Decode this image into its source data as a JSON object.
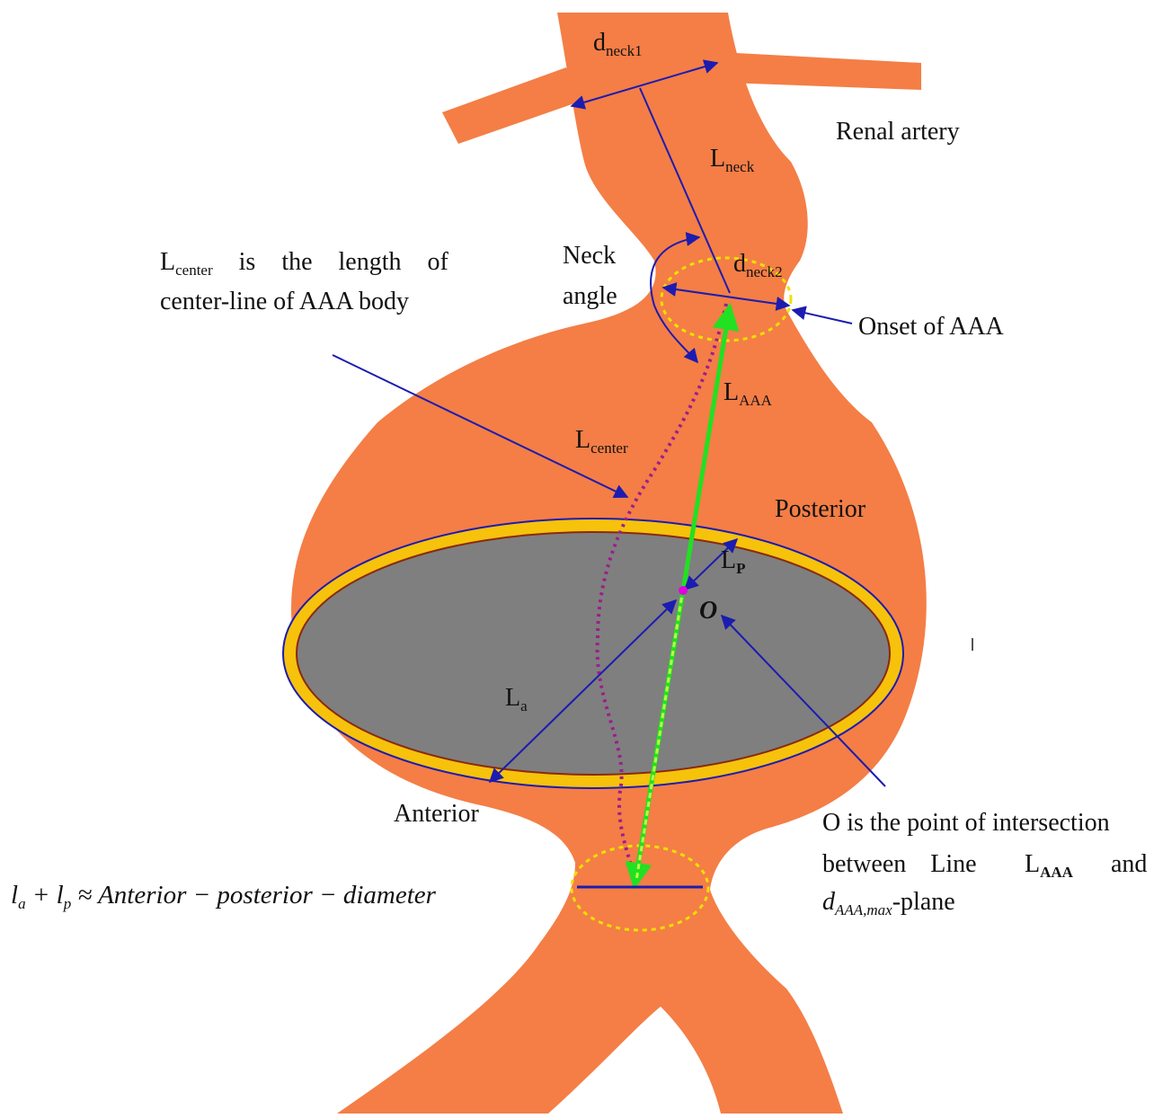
{
  "colors": {
    "vessel": "#f47e46",
    "sac_plane": "#7f7f7f",
    "wall_ring": "#f6c20b",
    "measure_line": "#1c1cb0",
    "aaa_line": "#22e022",
    "centerline": "#9b1e8c",
    "ellipse_marker": "#f0e000",
    "point_o": "#e000e0"
  },
  "labels": {
    "d_neck1": {
      "main": "d",
      "sub": "neck1"
    },
    "renal_artery": "Renal artery",
    "l_neck": {
      "main": "L",
      "sub": "neck"
    },
    "neck_angle_1": "Neck",
    "neck_angle_2": "angle",
    "d_neck2": {
      "main": "d",
      "sub": "neck2"
    },
    "onset": "Onset of AAA",
    "lcenter_note": {
      "main": "L",
      "sub": "center",
      "line1_rest": " is the length of",
      "line2": "center-line of AAA body"
    },
    "l_aaa": {
      "main": "L",
      "sub": "AAA"
    },
    "l_center": {
      "main": "L",
      "sub": "center"
    },
    "posterior": "Posterior",
    "l_p": {
      "main": "L",
      "sub": "P"
    },
    "point_o": "O",
    "l_a": {
      "main": "L",
      "sub": "a"
    },
    "anterior": "Anterior",
    "o_note": {
      "line1": "O is the point of intersection",
      "line2_a": "between Line",
      "line2_l": "L",
      "line2_sub": "AAA",
      "line2_b": "and",
      "line3_d": "d",
      "line3_sub": "AAA,max",
      "line3_rest": "-plane"
    },
    "formula": {
      "l": "l",
      "sub_a": "a",
      "plus": " + ",
      "sub_p": "p",
      "rest": " ≈ Anterior − posterior − diameter"
    }
  }
}
